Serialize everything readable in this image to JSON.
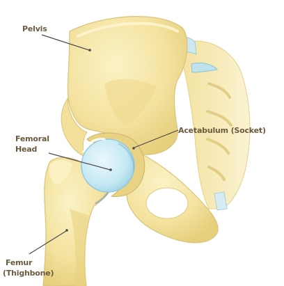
{
  "labels": {
    "pelvis": "Pelvis",
    "femoral_head_line1": "Femoral",
    "femoral_head_line2": "Head",
    "acetabulum": "Acetabulum (Socket)",
    "femur_line1": "Femur",
    "femur_line2": "(Thighbone)"
  },
  "colors": {
    "bone": "#f6e7a8",
    "bone_shadow": "#e8d27a",
    "bone_outline": "#d9c27a",
    "cartilage": "#c9ecf6",
    "cartilage_edge": "#8fc9dc",
    "label_text": "#6b5a3e",
    "leader_line": "#4a4a4a"
  }
}
